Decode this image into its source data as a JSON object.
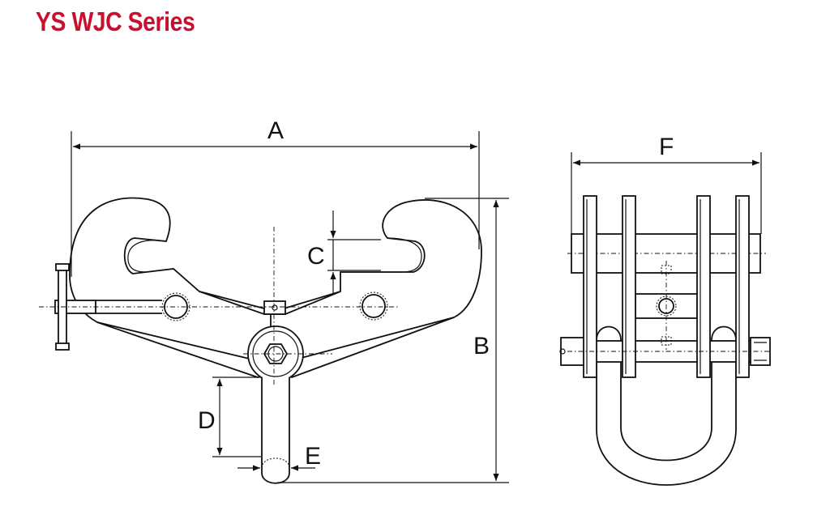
{
  "title": "YS WJC Series",
  "colors": {
    "title": "#c8102e",
    "line": "#111111"
  },
  "dimension_labels": {
    "a": "A",
    "b": "B",
    "c": "C",
    "d": "D",
    "e": "E",
    "f": "F"
  }
}
